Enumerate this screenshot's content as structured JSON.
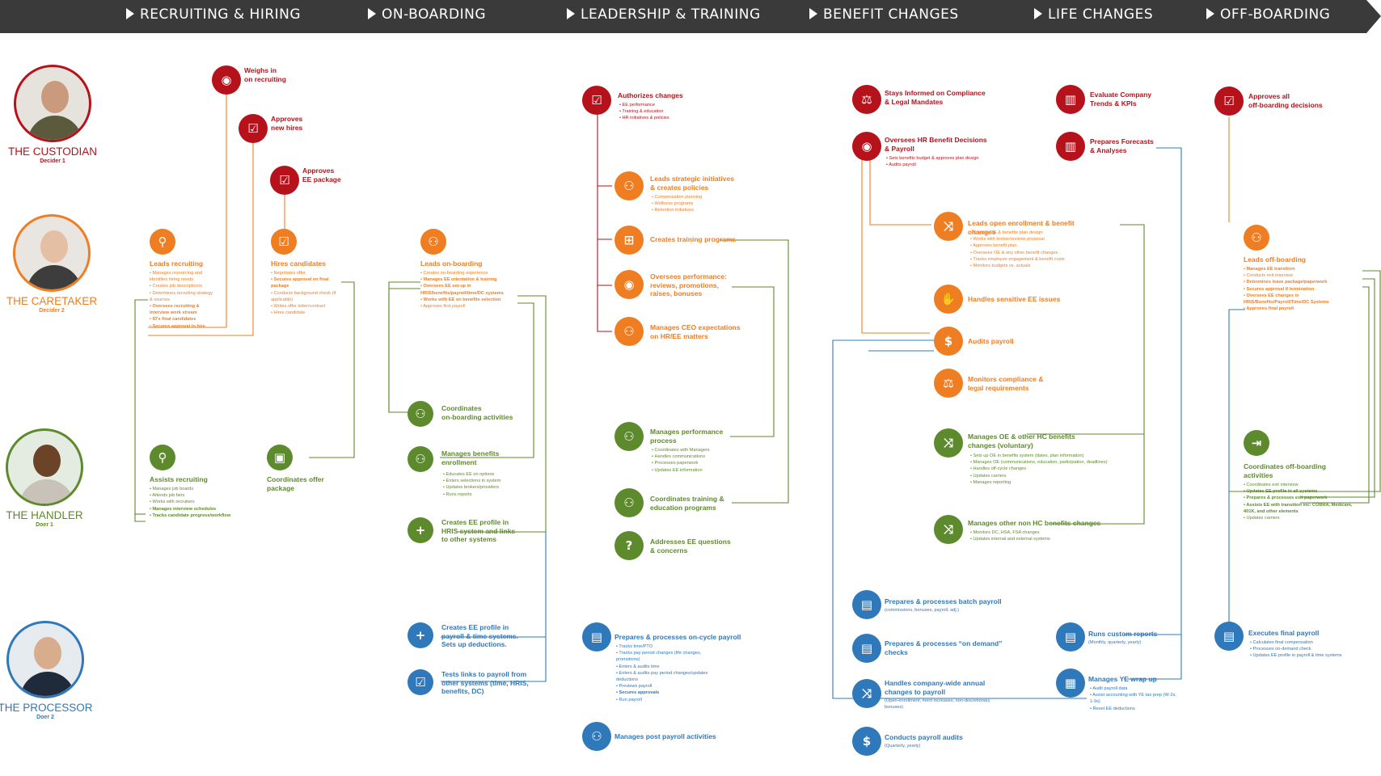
{
  "stages": [
    "RECRUITING & HIRING",
    "ON-BOARDING",
    "LEADERSHIP & TRAINING",
    "BENEFIT CHANGES",
    "LIFE CHANGES",
    "OFF-BOARDING"
  ],
  "personas": [
    {
      "name": "THE CUSTODIAN",
      "role": "Decider 1"
    },
    {
      "name": "THE CARETAKER",
      "role": "Decider 2"
    },
    {
      "name": "THE HANDLER",
      "role": "Doer 1"
    },
    {
      "name": "THE PROCESSOR",
      "role": "Doer 2"
    }
  ],
  "items": {
    "weighs": {
      "title": "Weighs in\non recruiting",
      "icon": "eye-icon"
    },
    "approves_hires": {
      "title": "Approves\nnew hires",
      "icon": "check-icon"
    },
    "approves_pkg": {
      "title": "Approves\nEE package",
      "icon": "check-icon"
    },
    "leads_recruiting": {
      "title": "Leads recruiting",
      "icon": "search-person-icon",
      "bullets": [
        {
          "t": "Manages resourcing and identifies hiring needs",
          "b": false
        },
        {
          "t": "Creates job description/s",
          "b": false
        },
        {
          "t": "Determines recruiting strategy & sources",
          "b": false
        },
        {
          "t": "Oversees recruiting & interview work stream",
          "b": true
        },
        {
          "t": "ID's final candidates",
          "b": true
        },
        {
          "t": "Secures approval to hire",
          "b": true
        }
      ]
    },
    "hires": {
      "title": "Hires candidates",
      "icon": "check-icon",
      "bullets": [
        {
          "t": "Negotiates offer",
          "b": false
        },
        {
          "t": "Secures approval on final package",
          "b": true
        },
        {
          "t": "Conducts background check (if applicable)",
          "b": false
        },
        {
          "t": "Writes offer letter/contract",
          "b": false
        },
        {
          "t": "Hires candidate",
          "b": false
        }
      ]
    },
    "assists": {
      "title": "Assists recruiting",
      "icon": "search-person-icon",
      "bullets": [
        {
          "t": "Manages job boards",
          "b": false
        },
        {
          "t": "Attends job fairs",
          "b": false
        },
        {
          "t": "Works with recruiters",
          "b": false
        },
        {
          "t": "Manages interview schedules",
          "b": true
        },
        {
          "t": "Tracks candidate progress/workflow",
          "b": true
        }
      ]
    },
    "coord_offer": {
      "title": "Coordinates offer\npackage",
      "icon": "box-icon"
    },
    "leads_onb": {
      "title": "Leads on-boarding",
      "icon": "org-chart-icon",
      "bullets": [
        {
          "t": "Creates on-boarding experience",
          "b": false
        },
        {
          "t": "Manages EE orientation & training",
          "b": true
        },
        {
          "t": "Oversees EE set-up in HRIS/benefits/payroll/time/DC systems",
          "b": true
        },
        {
          "t": "Works with EE on benefits selection",
          "b": true
        },
        {
          "t": "Approves first payroll",
          "b": false
        }
      ]
    },
    "coord_onb": {
      "title": "Coordinates\non-boarding activities",
      "icon": "org-chart-icon"
    },
    "mgr_ben": {
      "title": "Manages benefits\nenrollment",
      "icon": "org-chart-icon",
      "bullets": [
        {
          "t": "Educates EE on options",
          "b": false
        },
        {
          "t": "Enters selections in system",
          "b": false
        },
        {
          "t": "Updates brokers/providers",
          "b": false
        },
        {
          "t": "Runs reports",
          "b": false
        }
      ]
    },
    "create_hris": {
      "title": "Creates EE profile in\nHRIS system and links\nto other systems",
      "icon": "add-person-icon"
    },
    "create_payroll": {
      "title": "Creates EE profile in\npayroll & time systems.\nSets up deductions.",
      "icon": "add-person-icon"
    },
    "tests_links": {
      "title": "Tests links to payroll from\nother systems (time, HRIS,\nbenefits, DC)",
      "icon": "check-icon"
    },
    "auth": {
      "title": "Authorizes changes",
      "icon": "check-icon",
      "bullets": [
        {
          "t": "EE performance",
          "b": false
        },
        {
          "t": "Training & education",
          "b": false
        },
        {
          "t": "HR initiatives & policies",
          "b": false
        }
      ]
    },
    "leads_strat": {
      "title": "Leads strategic initiatives\n& creates policies",
      "icon": "org-chart-icon",
      "bullets": [
        {
          "t": "Compensation planning",
          "b": false
        },
        {
          "t": "Wellness programs",
          "b": false
        },
        {
          "t": "Retention initiatives",
          "b": false
        }
      ]
    },
    "create_train": {
      "title": "Creates training programs",
      "icon": "plus-box-icon"
    },
    "oversee_perf": {
      "title": "Oversees performance:\nreviews, promotions,\nraises, bonuses",
      "icon": "eye-icon"
    },
    "mgr_ceo": {
      "title": "Manages CEO expectations\non HR/EE matters",
      "icon": "org-chart-icon"
    },
    "mgr_perf": {
      "title": "Manages performance\nprocess",
      "icon": "org-chart-icon",
      "bullets": [
        {
          "t": "Coordinates with Managers",
          "b": false
        },
        {
          "t": "Handles communications",
          "b": false
        },
        {
          "t": "Processes paperwork",
          "b": false
        },
        {
          "t": "Updates EE information",
          "b": false
        }
      ]
    },
    "coord_train": {
      "title": "Coordinates training &\neducation programs",
      "icon": "org-chart-icon"
    },
    "addr_q": {
      "title": "Addresses EE questions\n& concerns",
      "icon": "question-icon"
    },
    "prep_cycle": {
      "title": "Prepares & processes on-cycle payroll",
      "icon": "document-icon",
      "bullets": [
        {
          "t": "Tracks time/PTO",
          "b": false
        },
        {
          "t": "Tracks pay period changes (life changes, promotions)",
          "b": false
        },
        {
          "t": "Enters & audits time",
          "b": false
        },
        {
          "t": "Enters & audits pay period changes/updates deductions",
          "b": false
        },
        {
          "t": "Previews payroll",
          "b": false
        },
        {
          "t": "Secures approvals",
          "b": true
        },
        {
          "t": "Run payroll",
          "b": false
        }
      ]
    },
    "post_payroll": {
      "title": "Manages post payroll activities",
      "icon": "team-icon"
    },
    "stays": {
      "title": "Stays Informed on Compliance\n& Legal Mandates",
      "icon": "scales-icon"
    },
    "oversee_hr": {
      "title": "Oversees HR Benefit Decisions\n& Payroll",
      "icon": "eye-icon",
      "bullets": [
        {
          "t": "Sets benefits budget & approves plan design",
          "b": false
        },
        {
          "t": "Audits payroll",
          "b": false
        }
      ]
    },
    "leads_oe": {
      "title": "Leads open enrollment & benefit changes",
      "icon": "shuffle-icon",
      "bullets": [
        {
          "t": "Creates OE & benefits plan design",
          "b": false
        },
        {
          "t": "Works with broker/reviews proposal",
          "b": false
        },
        {
          "t": "Approves benefit plan",
          "b": false
        },
        {
          "t": "Oversees OE & any other benefit changes",
          "b": false
        },
        {
          "t": "Tracks employee engagement & benefit costs",
          "b": false
        },
        {
          "t": "Monitors budgets vs. actuals",
          "b": false
        }
      ]
    },
    "sensitive": {
      "title": "Handles sensitive EE issues",
      "icon": "handshake-icon"
    },
    "audits": {
      "title": "Audits payroll",
      "icon": "dollar-search-icon"
    },
    "monitors": {
      "title": "Monitors compliance &\nlegal requirements",
      "icon": "scales-icon"
    },
    "mgr_oe": {
      "title": "Manages OE & other HC benefits\nchanges (voluntary)",
      "icon": "shuffle-icon",
      "bullets": [
        {
          "t": "Sets up OE in benefits system (dates, plan information)",
          "b": false
        },
        {
          "t": "Manages OE (communications, education, participation, deadlines)",
          "b": false
        },
        {
          "t": "Handles off-cycle changes",
          "b": false
        },
        {
          "t": "Updates carriers",
          "b": false
        },
        {
          "t": "Manages reporting",
          "b": false
        }
      ]
    },
    "mgr_non": {
      "title": "Manages other non HC benefits changes",
      "icon": "shuffle-icon",
      "bullets": [
        {
          "t": "Monitors DC, HSA, FSA changes",
          "b": false
        },
        {
          "t": "Updates internal and external systems",
          "b": false
        }
      ]
    },
    "batch": {
      "title": "Prepares & processes batch payroll",
      "sub": "(commissions, bonuses, payroll, adj.)",
      "icon": "document-icon"
    },
    "ondemand": {
      "title": "Prepares & processes “on demand”\nchecks",
      "icon": "document-icon"
    },
    "companywide": {
      "title": "Handles company-wide annual\nchanges to payroll",
      "sub": "(Open-enrollment, merit increases, non-discretionary bonuses)",
      "icon": "shuffle-icon"
    },
    "conduct_audits": {
      "title": "Conducts payroll audits",
      "sub": "(Quarterly, yearly)",
      "icon": "dollar-search-icon"
    },
    "eval": {
      "title": "Evaluate Company\nTrends & KPIs",
      "icon": "bar-chart-icon"
    },
    "forecast": {
      "title": "Prepares Forecasts\n& Analyses",
      "icon": "bar-chart-icon"
    },
    "custom_rep": {
      "title": "Runs custom reports",
      "sub": "(Monthly, quarterly, yearly)",
      "icon": "report-icon"
    },
    "ye_wrap": {
      "title": "Manages YE wrap up",
      "icon": "calendar-icon",
      "bullets": [
        {
          "t": "Audit payroll data",
          "b": false
        },
        {
          "t": "Assist accounting with YE tax prep (W-2s, 1-9s)",
          "b": false
        },
        {
          "t": "Reset EE deductions",
          "b": false
        }
      ]
    },
    "approves_off": {
      "title": "Approves all\noff-boarding decisions",
      "icon": "check-icon"
    },
    "leads_off": {
      "title": "Leads off-boarding",
      "icon": "org-chart-icon",
      "bullets": [
        {
          "t": "Manages EE transition",
          "b": true
        },
        {
          "t": "Conducts exit interview",
          "b": false
        },
        {
          "t": "Determines leave package/paperwork",
          "b": true
        },
        {
          "t": "Secures approval if termination",
          "b": true
        },
        {
          "t": "Oversees EE changes in HRIS/Benefits/Payroll/Time/DC Systems",
          "b": true
        },
        {
          "t": "Approves final payroll",
          "b": true
        }
      ]
    },
    "coord_off": {
      "title": "Coordinates off-boarding\nactivities",
      "icon": "exit-door-icon",
      "bullets": [
        {
          "t": "Coordinates exit interview",
          "b": false
        },
        {
          "t": "Updates EE profile in all systems",
          "b": true
        },
        {
          "t": "Prepares & processes exit paperwork",
          "b": true
        },
        {
          "t": "Assists EE with transition inc: COBRA, Medicare, 401K, and other elements",
          "b": true
        },
        {
          "t": "Updates carriers",
          "b": false
        }
      ]
    },
    "final_payroll": {
      "title": "Executes final payroll",
      "icon": "document-icon",
      "bullets": [
        {
          "t": "Calculates final compensation",
          "b": false
        },
        {
          "t": "Processes on-demand check",
          "b": false
        },
        {
          "t": "Updates EE profile in payroll & time systems",
          "b": false
        }
      ]
    }
  },
  "colors": {
    "custodian": "#b5121b",
    "caretaker": "#ef7d22",
    "handler": "#5d8a2c",
    "processor": "#2f78ba",
    "header": "#3a3a3a"
  }
}
